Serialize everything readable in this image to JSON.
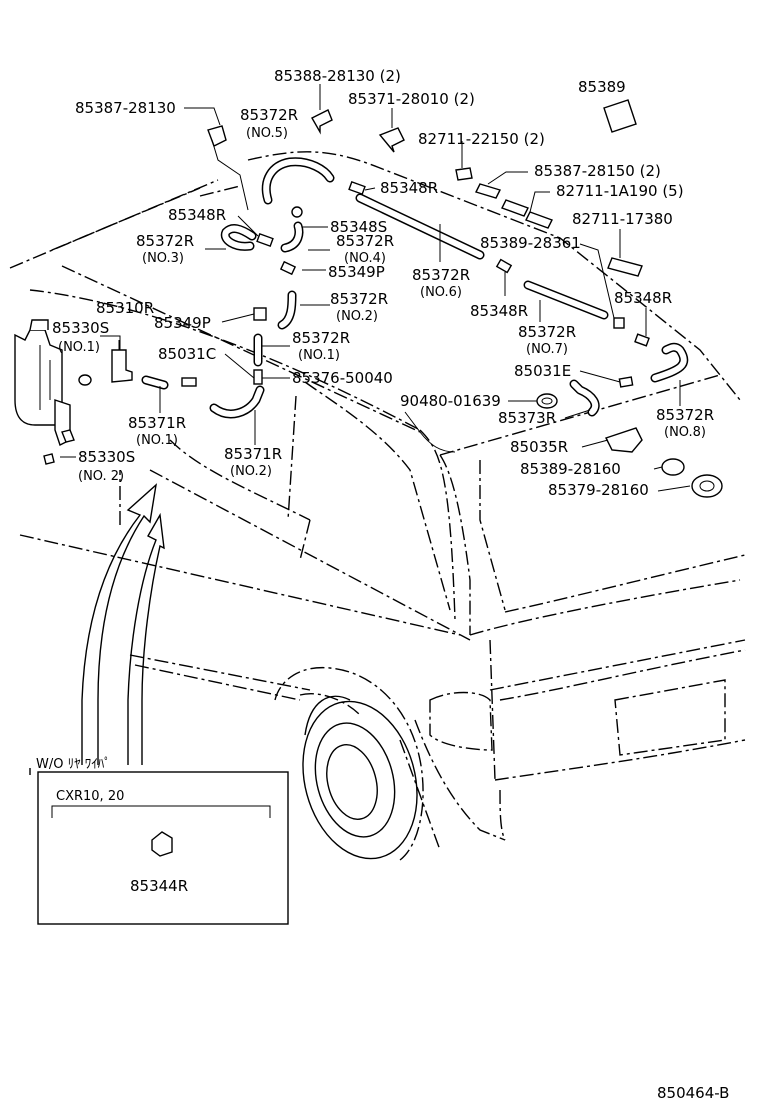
{
  "labels": {
    "p85388": "85388-28130 (2)",
    "p85389": "85389",
    "p85387a": "85387-28130",
    "p85372r_no5": "85372R",
    "no5": "(NO.5)",
    "p85371a": "85371-28010 (2)",
    "p82711a": "82711-22150 (2)",
    "p85348r_a": "85348R",
    "p85387b": "85387-28150 (2)",
    "p82711b": "82711-1A190 (5)",
    "p85348r_b": "85348R",
    "p85348s": "85348S",
    "p85372r_no3": "85372R",
    "no3": "(NO.3)",
    "p85372r_no4": "85372R",
    "no4": "(NO.4)",
    "p82711c": "82711-17380",
    "p85389b": "85389-28361",
    "p85349p_a": "85349P",
    "p85372r_no6": "85372R",
    "no6": "(NO.6)",
    "p85310r": "85310R",
    "p85348r_c": "85348R",
    "p85348r_d": "85348R",
    "p85372r_no2": "85372R",
    "no2": "(NO.2)",
    "p85330s_1": "85330S",
    "p85349p_b": "85349P",
    "no1a": "(NO.1)",
    "p85372r_no7": "85372R",
    "no7": "(NO.7)",
    "p85031c": "85031C",
    "p85372r_no1": "85372R",
    "no1b": "(NO.1)",
    "p85031e": "85031E",
    "p85376": "85376-50040",
    "p90480": "90480-01639",
    "p85373r": "85373R",
    "p85371r_1": "85371R",
    "no1c": "(NO.1)",
    "p85372r_no8": "85372R",
    "no8": "(NO.8)",
    "p85035r": "85035R",
    "p85330s_2": "85330S",
    "no2b": "(NO. 2)",
    "p85371r_2": "85371R",
    "no2c": "(NO.2)",
    "p85389c": "85389-28160",
    "p85379": "85379-28160",
    "inset_title": "W/O ﾘﾔ ﾜｲﾊﾟ",
    "inset_model": "CXR10, 20",
    "p85344r": "85344R",
    "drawing_no": "850464-B"
  }
}
